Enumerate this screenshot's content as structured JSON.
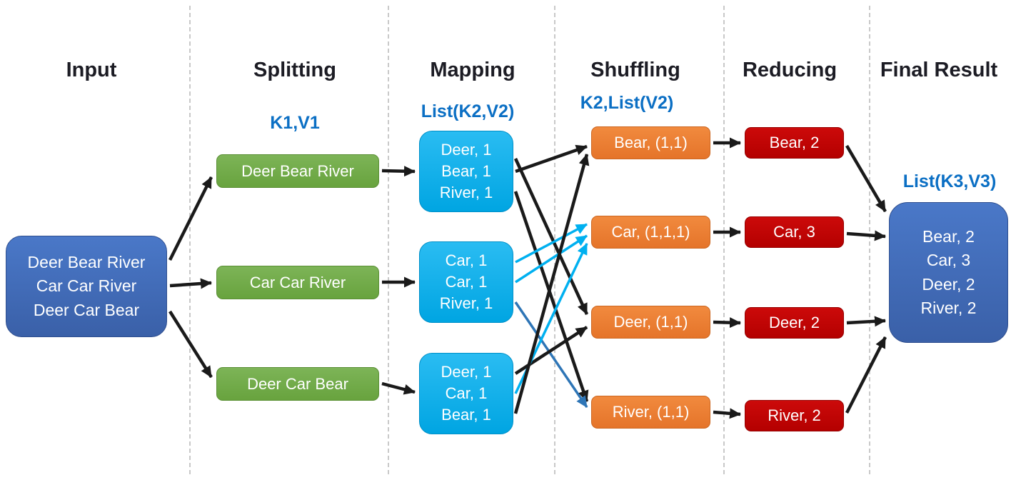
{
  "headers": [
    {
      "label": "Input"
    },
    {
      "label": "Splitting"
    },
    {
      "label": "Mapping"
    },
    {
      "label": "Shuffling"
    },
    {
      "label": "Reducing"
    },
    {
      "label": "Final Result"
    }
  ],
  "stage_labels": {
    "splitting": "K1,V1",
    "mapping": "List(K2,V2)",
    "shuffling": "K2,List(V2)",
    "final": "List(K3,V3)"
  },
  "input_box": {
    "lines": [
      "Deer Bear River",
      "Car Car River",
      "Deer Car Bear"
    ]
  },
  "splitting": [
    {
      "label": "Deer Bear River"
    },
    {
      "label": "Car Car River"
    },
    {
      "label": "Deer Car Bear"
    }
  ],
  "mapping": [
    {
      "lines": [
        "Deer, 1",
        "Bear, 1",
        "River, 1"
      ]
    },
    {
      "lines": [
        "Car, 1",
        "Car, 1",
        "River, 1"
      ]
    },
    {
      "lines": [
        "Deer, 1",
        "Car, 1",
        "Bear, 1"
      ]
    }
  ],
  "shuffling": [
    {
      "label": "Bear, (1,1)"
    },
    {
      "label": "Car, (1,1,1)"
    },
    {
      "label": "Deer, (1,1)"
    },
    {
      "label": "River, (1,1)"
    }
  ],
  "reducing": [
    {
      "label": "Bear, 2"
    },
    {
      "label": "Car, 3"
    },
    {
      "label": "Deer, 2"
    },
    {
      "label": "River, 2"
    }
  ],
  "final_box": {
    "lines": [
      "Bear, 2",
      "Car, 3",
      "Deer, 2",
      "River, 2"
    ]
  },
  "colors": {
    "input_final_blue": "#3e68b2",
    "split_green": "#70ad47",
    "map_cyan": "#00b0f0",
    "shuffle_orange": "#ed7d31",
    "reduce_red": "#c00000",
    "label_blue": "#0b6fc4",
    "arrow_black": "#1a1a1a",
    "arrow_light_blue": "#00b0f0",
    "arrow_dark_blue": "#2e75b6"
  }
}
